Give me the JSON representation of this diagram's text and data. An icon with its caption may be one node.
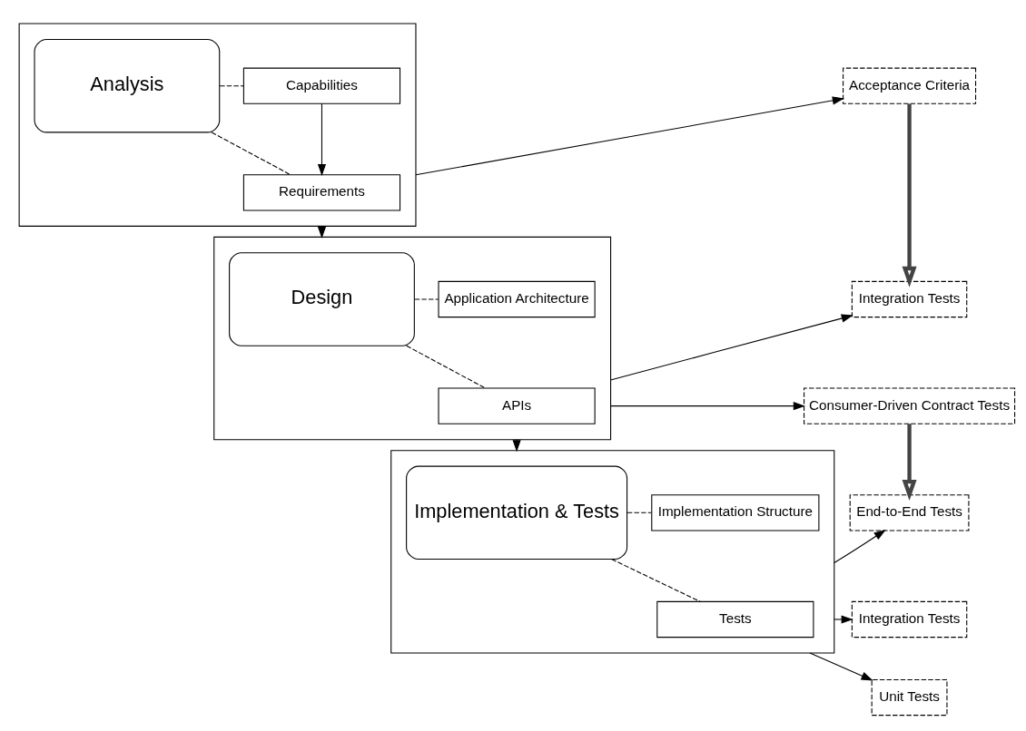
{
  "diagram": {
    "nodes": [
      {
        "text": [],
        "shape": "box"
      },
      {
        "text": [
          "Analysis"
        ],
        "in": 0
      },
      {
        "text": [
          "Capabilities"
        ],
        "in": 0
      },
      {
        "text": [
          "Requirements"
        ],
        "in": 0
      },
      {
        "text": [
          "Acceptance Criteria"
        ]
      },
      {
        "text": [],
        "shape": "box"
      },
      {
        "text": [
          "Design"
        ],
        "in": 5
      },
      {
        "text": [
          "Application Architecture"
        ],
        "in": 5
      },
      {
        "text": [
          "APIs"
        ],
        "in": 5
      },
      {
        "text": [
          "Integration Tests"
        ]
      },
      {
        "text": [
          "Consumer-Driven Contract Tests"
        ]
      },
      {
        "text": [],
        "shape": "box"
      },
      {
        "text": [
          "Implementation & Tests"
        ],
        "in": 11
      },
      {
        "text": [
          "Implementation Structure"
        ],
        "in": 11
      },
      {
        "text": [
          "Tests"
        ],
        "in": 11
      },
      {
        "text": [
          "End-to-End Tests"
        ]
      },
      {
        "text": [
          "Integration Tests"
        ]
      },
      {
        "text": [
          "Unit Tests"
        ]
      }
    ],
    "edges": [
      {
        "from": 1,
        "to": 2,
        "arrow": "none",
        "style": "dashed"
      },
      {
        "from": 1,
        "to": 3,
        "arrow": "none",
        "style": "dashed"
      },
      {
        "from": 2,
        "to": 3,
        "arrow": "to"
      },
      {
        "from": 0,
        "to": 4,
        "arrow": "to"
      },
      {
        "from": 0,
        "to": 5,
        "arrow": "to"
      },
      {
        "from": 4,
        "to": 9,
        "arrow": "to",
        "style": "thick"
      },
      {
        "from": 6,
        "to": 7,
        "arrow": "none",
        "style": "dashed"
      },
      {
        "from": 6,
        "to": 8,
        "arrow": "none",
        "style": "dashed"
      },
      {
        "from": 5,
        "to": 9,
        "arrow": "to"
      },
      {
        "from": 5,
        "to": 10,
        "arrow": "to"
      },
      {
        "from": 10,
        "to": 15,
        "arrow": "to",
        "style": "thick"
      },
      {
        "from": 5,
        "to": 11,
        "arrow": "to"
      },
      {
        "from": 12,
        "to": 13,
        "arrow": "none",
        "style": "dashed"
      },
      {
        "from": 12,
        "to": 14,
        "arrow": "none",
        "style": "dashed"
      },
      {
        "from": 11,
        "to": 15,
        "arrow": "to"
      },
      {
        "from": 11,
        "to": 16,
        "arrow": "to"
      },
      {
        "from": 11,
        "to": 17,
        "arrow": "to"
      }
    ]
  }
}
